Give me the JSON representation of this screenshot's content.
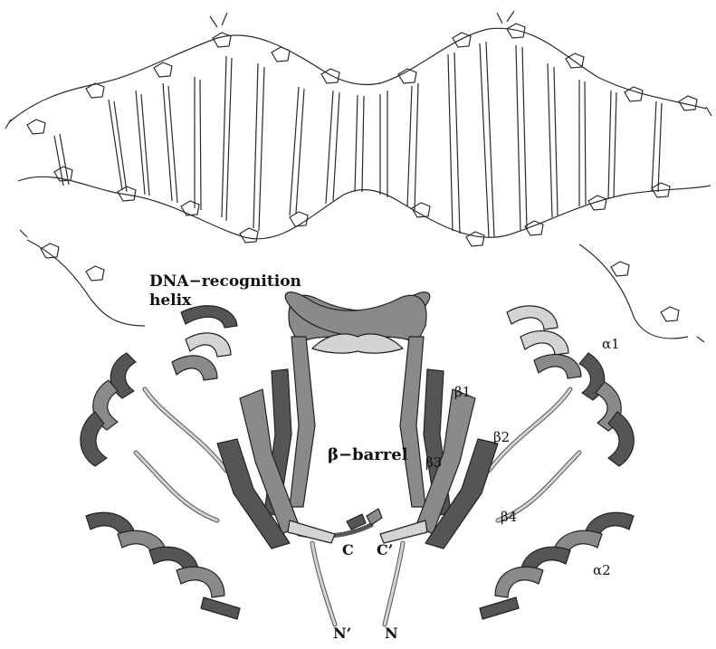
{
  "labels": {
    "dna_recognition_line1": "DNA−recognition",
    "dna_recognition_line2": "helix",
    "alpha1": "α1",
    "alpha2": "α2",
    "beta1": "β1",
    "beta2": "β2",
    "beta3": "β3",
    "beta4": "β4",
    "beta_barrel": "β−barrel",
    "c_term": "C",
    "c_prime_term": "C’",
    "n_prime_term": "N’",
    "n_term": "N"
  },
  "colors": {
    "dna_line": "#2a2a2a",
    "ribbon_dark": "#555555",
    "ribbon_mid": "#8a8a8a",
    "ribbon_light": "#d4d4d4",
    "ribbon_edge": "#222222",
    "text": "#111111"
  }
}
